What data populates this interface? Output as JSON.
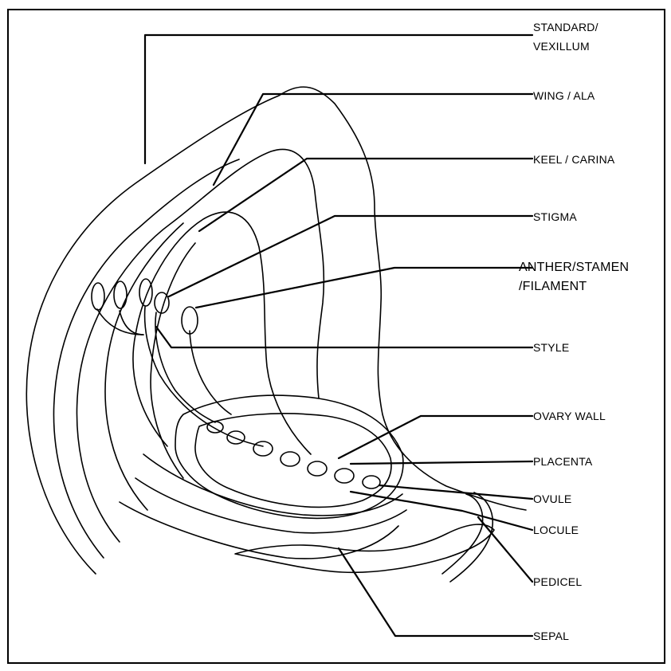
{
  "diagram": {
    "labels": {
      "standard": [
        "STANDARD/",
        "VEXILLUM"
      ],
      "wing": "WING / ALA",
      "keel": "KEEL / CARINA",
      "stigma": "STIGMA",
      "anther": [
        "ANTHER/STAMEN",
        "/FILAMENT"
      ],
      "style": "STYLE",
      "ovary_wall": "OVARY WALL",
      "placenta": "PLACENTA",
      "ovule": "OVULE",
      "locule": "LOCULE",
      "pedicel": "PEDICEL",
      "sepal": "SEPAL"
    }
  }
}
